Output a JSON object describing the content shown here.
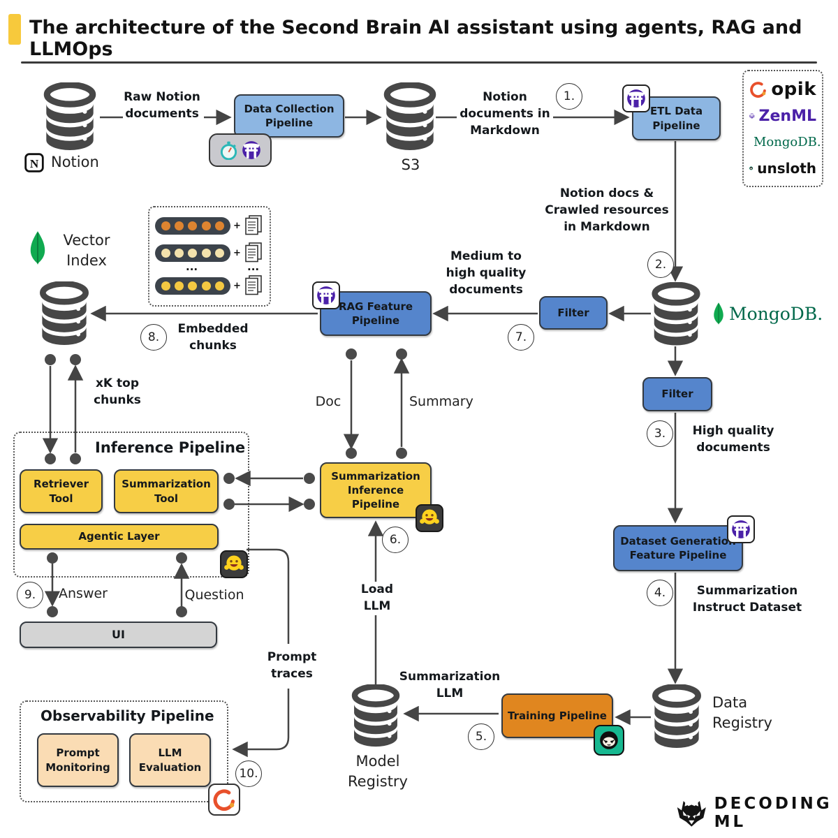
{
  "header": {
    "title": "The architecture of the Second Brain AI assistant using agents, RAG and LLMOps",
    "accent_color": "#F7C93C"
  },
  "steps": {
    "s1": "1.",
    "s2": "2.",
    "s3": "3.",
    "s4": "4.",
    "s5": "5.",
    "s6": "6.",
    "s7": "7.",
    "s8": "8.",
    "s9": "9.",
    "s10": "10."
  },
  "top_row": {
    "notion_label": "Notion",
    "notion_n": "N",
    "raw_docs": "Raw Notion documents",
    "data_collection": "Data Collection Pipeline",
    "s3_label": "S3",
    "docs_markdown": "Notion documents in Markdown",
    "etl": "ETL Data Pipeline"
  },
  "logo_panel": {
    "opik": "opik",
    "zenml": "ZenML",
    "mongodb": "MongoDB.",
    "unsloth": "unsloth"
  },
  "right_flow": {
    "crawled": "Notion docs & Crawled resources in Markdown",
    "mongodb_label": "MongoDB.",
    "filter1": "Filter",
    "filter2": "Filter",
    "high_quality": "High quality documents",
    "dataset_generation": "Dataset Generation Feature Pipeline",
    "instruct_dataset": "Summarization Instruct Dataset",
    "data_registry": "Data Registry"
  },
  "center": {
    "medium_quality": "Medium to high quality documents",
    "rag_pipeline": "RAG Feature Pipeline",
    "doc": "Doc",
    "summary": "Summary",
    "summarization_inference": "Summarization Inference Pipeline",
    "load_llm": "Load LLM",
    "model_registry": "Model Registry",
    "summarization_llm": "Summarization LLM",
    "training_pipeline": "Training Pipeline"
  },
  "left": {
    "vector_index": "Vector Index",
    "embedded_chunks": "Embedded chunks",
    "plus": "+",
    "ellipsis": "...",
    "xk_chunks": "xK top chunks",
    "inference_pipeline": "Inference Pipeline",
    "retriever_tool": "Retriever Tool",
    "summarization_tool": "Summarization Tool",
    "agentic_layer": "Agentic Layer",
    "answer": "Answer",
    "question": "Question",
    "ui": "UI",
    "prompt_traces": "Prompt traces",
    "observability": "Observability Pipeline",
    "prompt_monitoring": "Prompt Monitoring",
    "llm_evaluation": "LLM Evaluation"
  },
  "footer": {
    "brand": "DECODING ML"
  },
  "colors": {
    "light_blue_box": "#8DB6E2",
    "blue_box": "#5585CC",
    "yellow_box": "#F7CE46",
    "orange_box": "#E0861F",
    "peach_box": "#FADCB4",
    "ui_gray": "#D4D4D4",
    "line": "#444444",
    "db_gray": "#474747",
    "zenml_purple": "#4B21A8",
    "mongo_green": "#10AA50",
    "mongo_text_green": "#00684A",
    "unsloth_teal": "#17B890",
    "opik_orange": "#E8502B",
    "hf_yellow": "#FFD21E"
  }
}
